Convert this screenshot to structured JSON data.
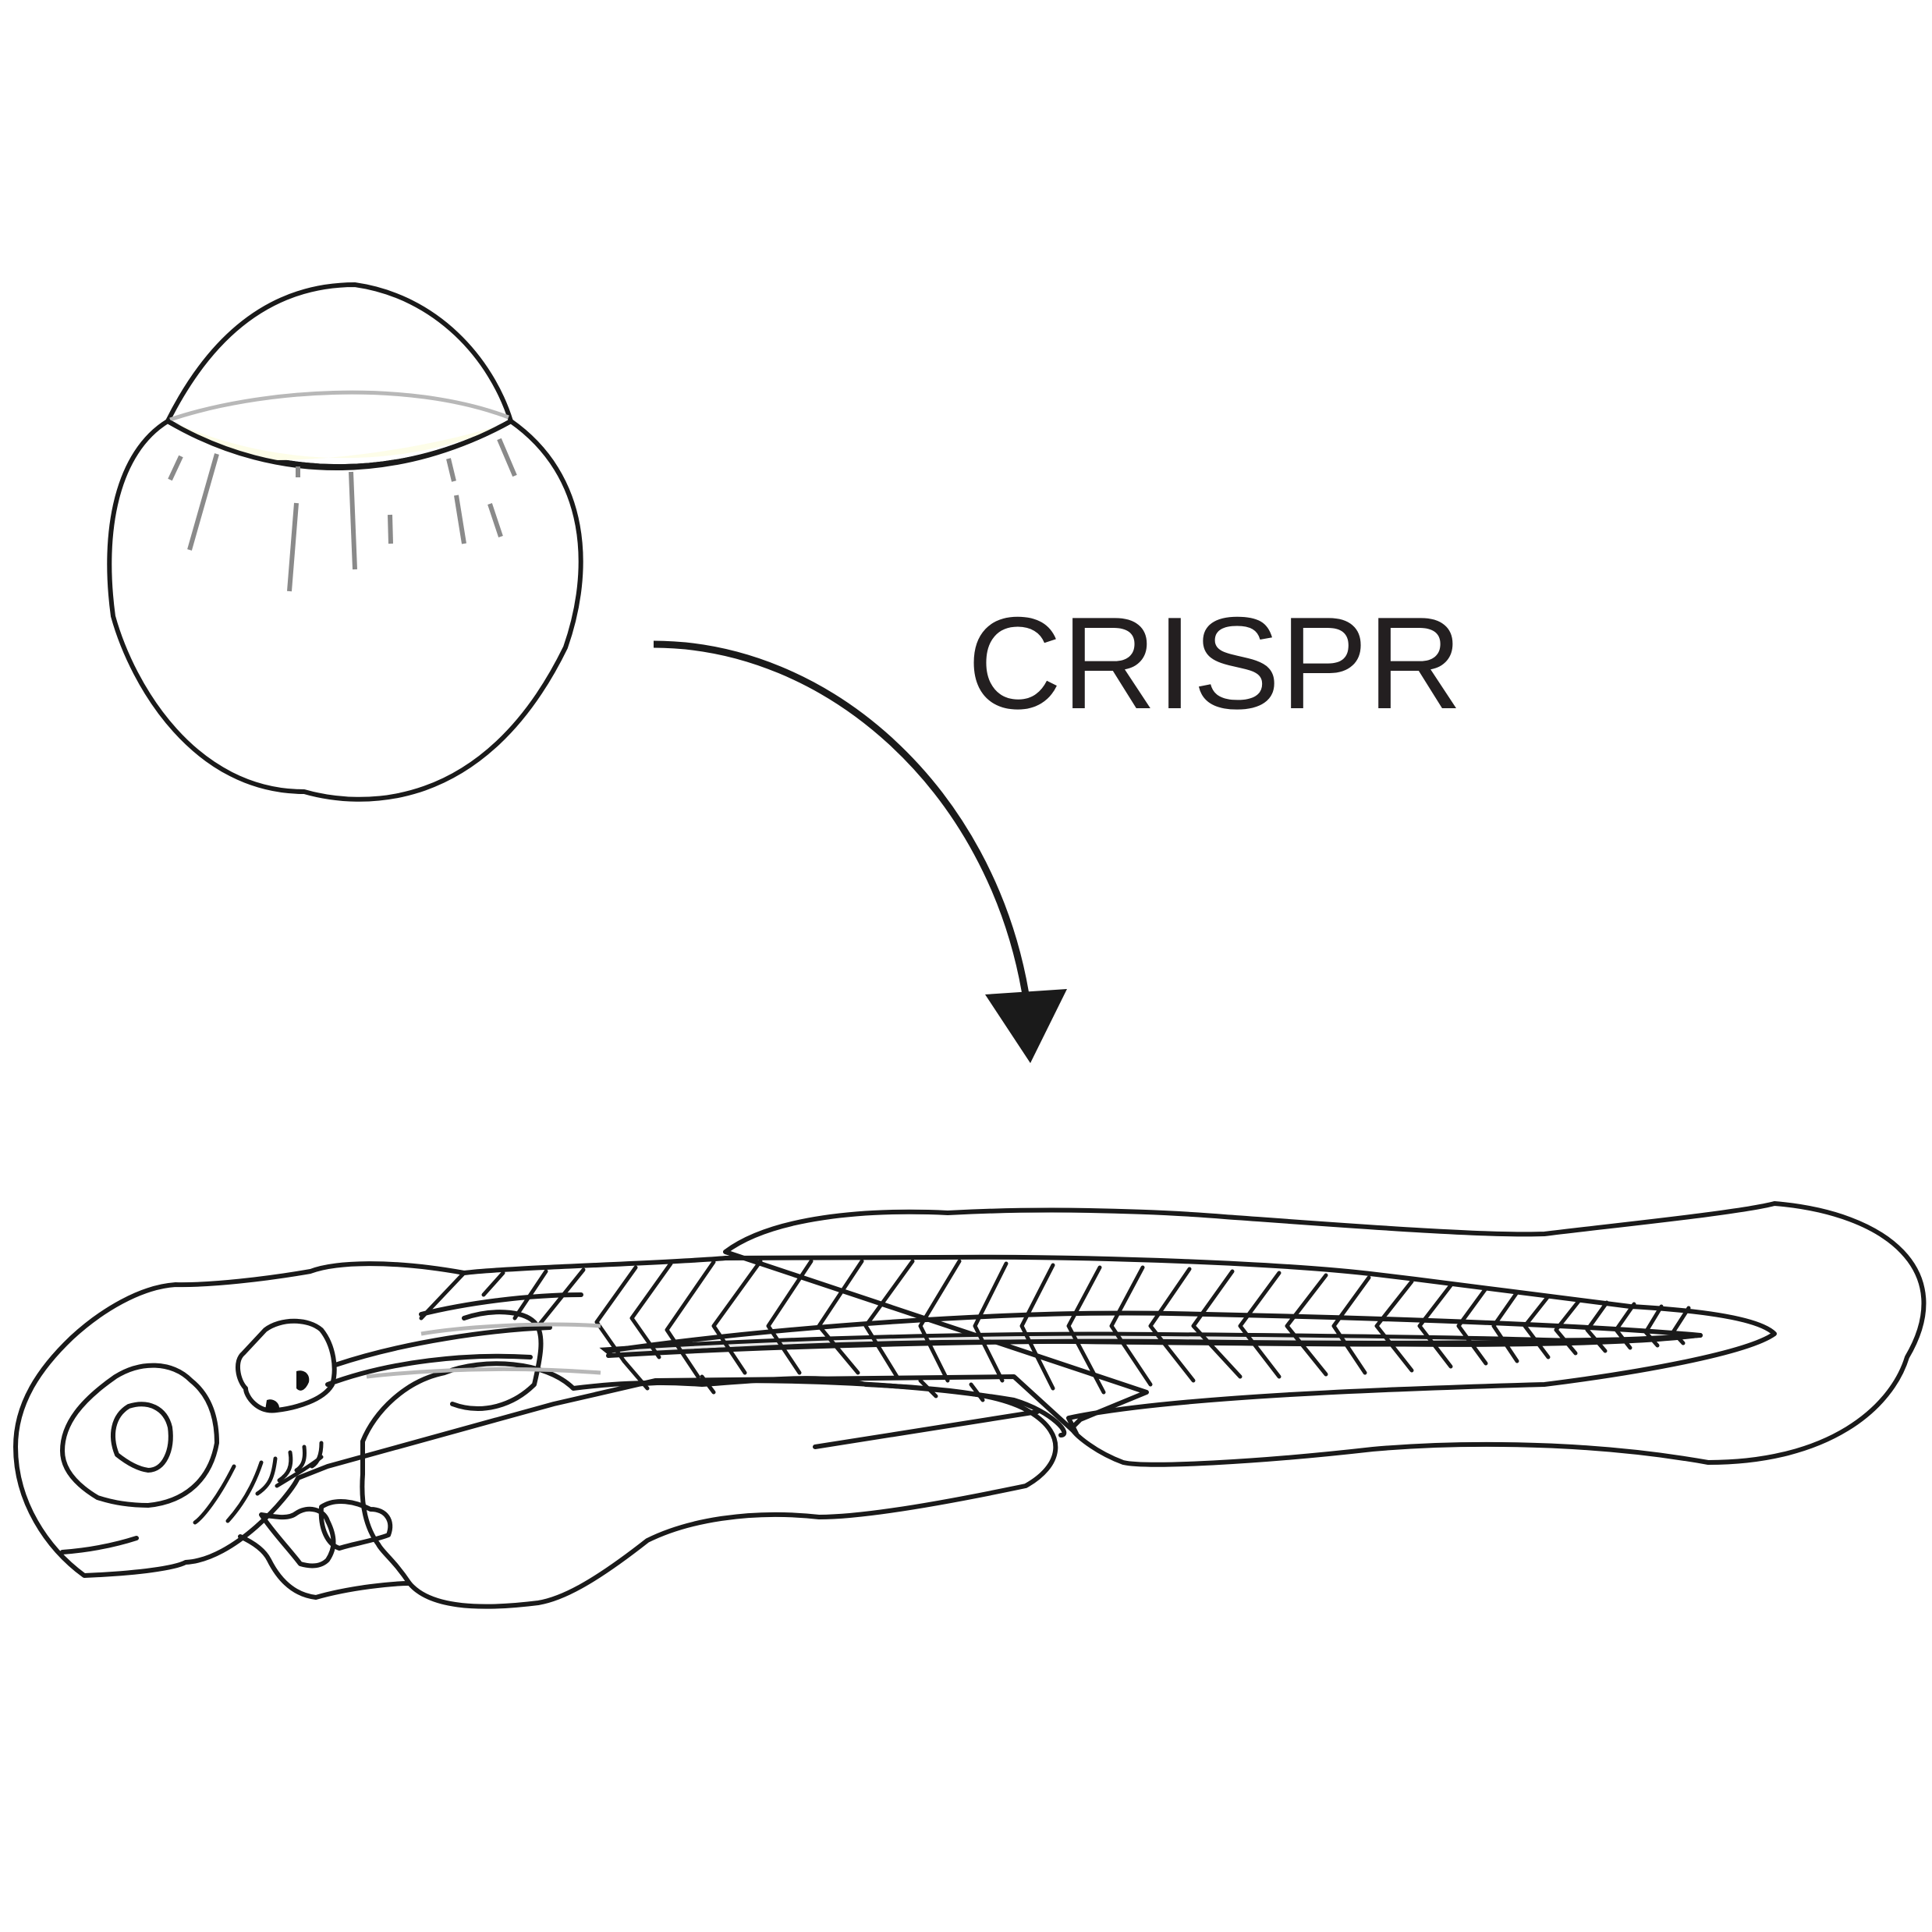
{
  "label": {
    "text": "CRISPR"
  },
  "colors": {
    "yolk": "#f9f8c9",
    "yolk_top": "#fdfde8",
    "larva_body": "#f2f2f2",
    "eye": "#707072",
    "eye_pupil": "#8e8e91",
    "heart": "#e3322b",
    "outline": "#1a1a1a",
    "text": "#231f20"
  },
  "elements": {
    "embryo": "zebrafish-embryo",
    "arrow": "curved-arrow",
    "larva": "zebrafish-larva",
    "heart": "heart"
  }
}
